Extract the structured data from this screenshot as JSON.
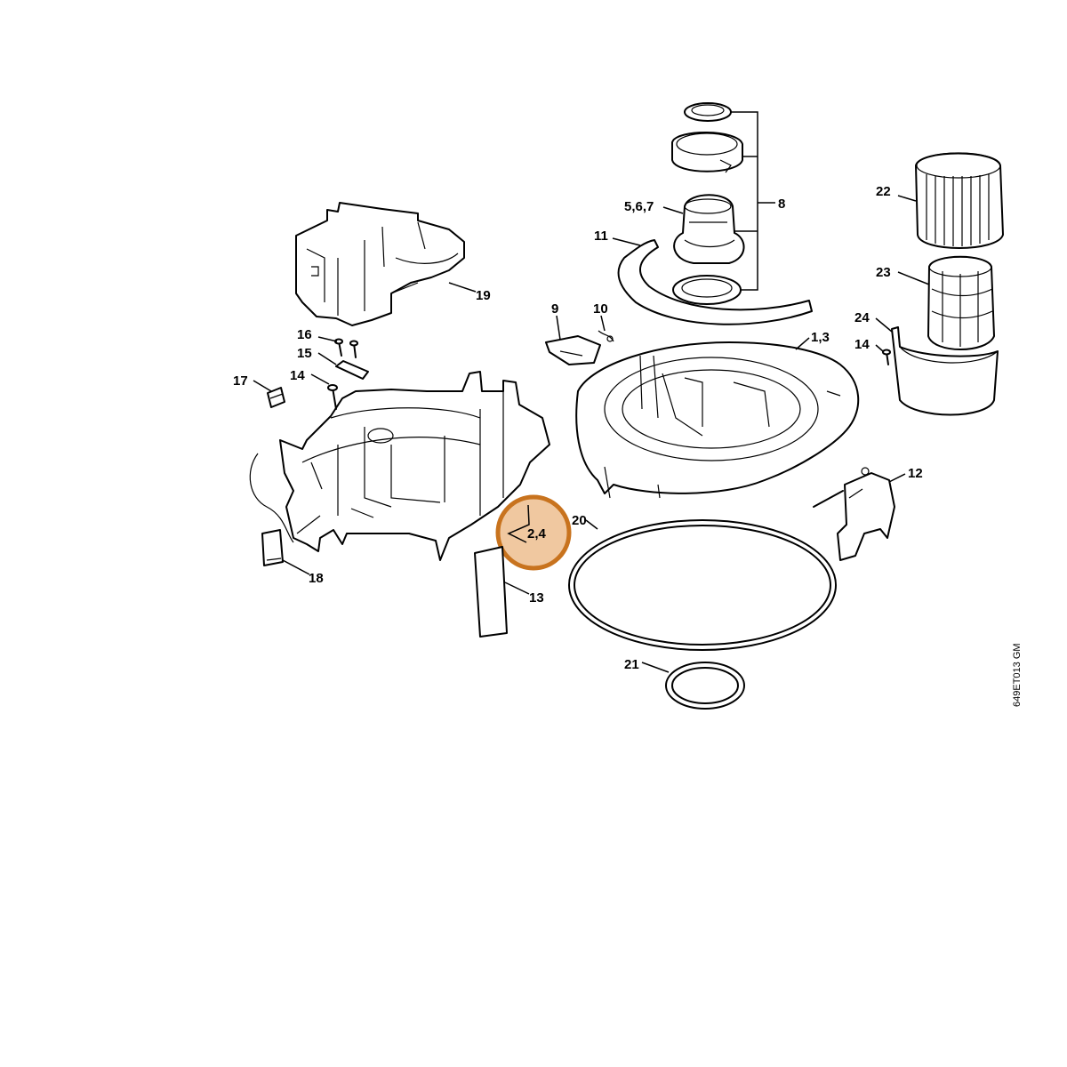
{
  "diagram": {
    "drawing_code": "649ET013 GM",
    "highlight_color": "#c8731e",
    "highlight_fill": "#f0c8a0",
    "callouts": {
      "c1_3": "1,3",
      "c2_4": "2,4",
      "c5_6_7": "5,6,7",
      "c8": "8",
      "c9": "9",
      "c10": "10",
      "c11": "11",
      "c12": "12",
      "c13": "13",
      "c14a": "14",
      "c14b": "14",
      "c15": "15",
      "c16": "16",
      "c17": "17",
      "c18": "18",
      "c19": "19",
      "c20": "20",
      "c21": "21",
      "c22": "22",
      "c23": "23",
      "c24": "24"
    }
  }
}
